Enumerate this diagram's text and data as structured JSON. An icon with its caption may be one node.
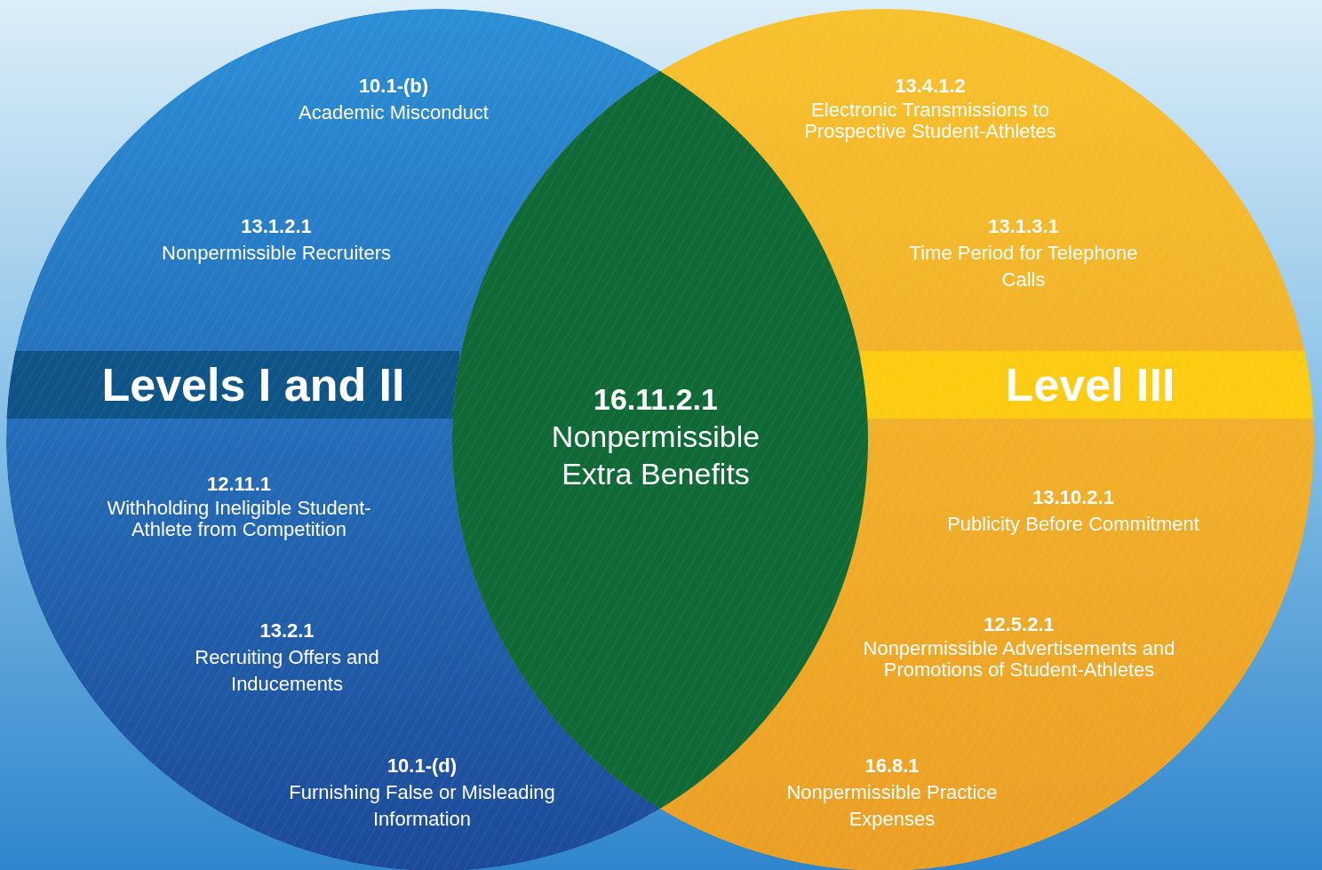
{
  "diagram": {
    "nodes": [
      {
        "text": [
          "Levels I and II"
        ]
      },
      {
        "text": [
          "10.1-(b)",
          "Academic Misconduct"
        ],
        "in": 0
      },
      {
        "text": [
          "13.1.2.1",
          "Nonpermissible Recruiters"
        ],
        "in": 0
      },
      {
        "text": [
          "12.11.1",
          "Withholding Ineligible Student-Athlete from Competition"
        ],
        "in": 0
      },
      {
        "text": [
          "13.2.1",
          "Recruiting Offers and Inducements"
        ],
        "in": 0
      },
      {
        "text": [
          "10.1-(d)",
          "Furnishing False or Misleading Information"
        ],
        "in": 0
      },
      {
        "text": [
          "Level III"
        ]
      },
      {
        "text": [
          "13.4.1.2",
          "Electronic Transmissions to Prospective Student-Athletes"
        ],
        "in": 6
      },
      {
        "text": [
          "13.1.3.1",
          "Time Period for Telephone Calls"
        ],
        "in": 6
      },
      {
        "text": [
          "13.10.2.1",
          "Publicity Before Commitment"
        ],
        "in": 6
      },
      {
        "text": [
          "12.5.2.1",
          "Nonpermissible Advertisements and Promotions of Student-Athletes"
        ],
        "in": 6
      },
      {
        "text": [
          "16.8.1",
          "Nonpermissible Practice Expenses"
        ],
        "in": 6
      },
      {
        "text": [
          "16.11.2.1",
          "Nonpermissible Extra Benefits"
        ]
      }
    ]
  }
}
